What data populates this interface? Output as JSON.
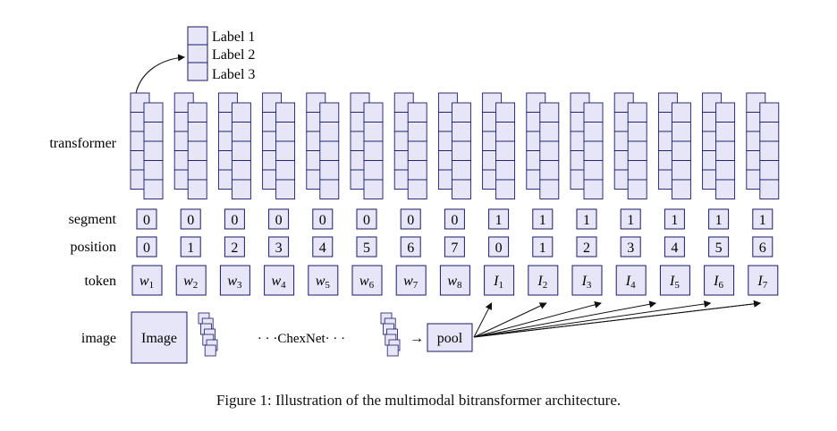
{
  "colors": {
    "box_fill": "#e6e6f8",
    "box_stroke": "#1a1a66",
    "line": "#111111",
    "background": "#ffffff"
  },
  "labels": [
    "Label 1",
    "Label 2",
    "Label 3"
  ],
  "row_labels": {
    "transformer": "transformer",
    "segment": "segment",
    "position": "position",
    "token": "token",
    "image": "image"
  },
  "segments": [
    "0",
    "0",
    "0",
    "0",
    "0",
    "0",
    "0",
    "0",
    "1",
    "1",
    "1",
    "1",
    "1",
    "1",
    "1"
  ],
  "positions": [
    "0",
    "1",
    "2",
    "3",
    "4",
    "5",
    "6",
    "7",
    "0",
    "1",
    "2",
    "3",
    "4",
    "5",
    "6"
  ],
  "tokens": [
    {
      "base": "w",
      "sub": "1"
    },
    {
      "base": "w",
      "sub": "2"
    },
    {
      "base": "w",
      "sub": "3"
    },
    {
      "base": "w",
      "sub": "4"
    },
    {
      "base": "w",
      "sub": "5"
    },
    {
      "base": "w",
      "sub": "6"
    },
    {
      "base": "w",
      "sub": "7"
    },
    {
      "base": "w",
      "sub": "8"
    },
    {
      "base": "I",
      "sub": "1"
    },
    {
      "base": "I",
      "sub": "2"
    },
    {
      "base": "I",
      "sub": "3"
    },
    {
      "base": "I",
      "sub": "4"
    },
    {
      "base": "I",
      "sub": "5"
    },
    {
      "base": "I",
      "sub": "6"
    },
    {
      "base": "I",
      "sub": "7"
    }
  ],
  "image_row": {
    "image_box": "Image",
    "chexnet": "· · ·ChexNet· · ·",
    "arrow": "→",
    "pool": "pool"
  },
  "caption": "Figure 1: Illustration of the multimodal bitransformer architecture."
}
